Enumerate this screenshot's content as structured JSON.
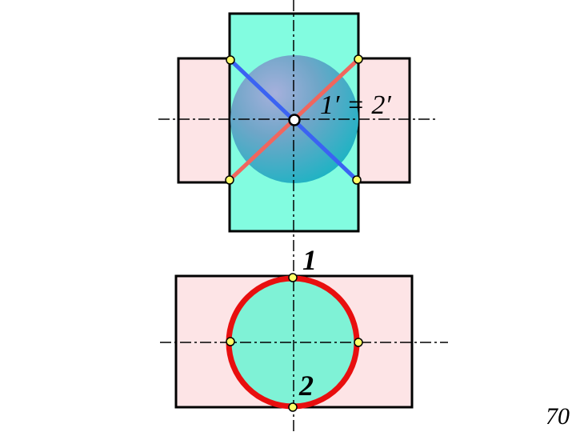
{
  "labels": {
    "front_point": "1′ = 2′",
    "top_point_1": "1",
    "top_point_2": "2"
  },
  "slide_number": "70",
  "colors": {
    "background": "#ffffff",
    "pink_fill": "#fde4e6",
    "cyan_fill": "#82fce0",
    "circle_fill": "#7ff2d6",
    "red_line": "#f0665e",
    "blue_line": "#3b63f2",
    "circle_outline": "#e80f0f",
    "point_fill": "#ffff66",
    "center_fill": "#ffffff",
    "outline": "#000000"
  }
}
